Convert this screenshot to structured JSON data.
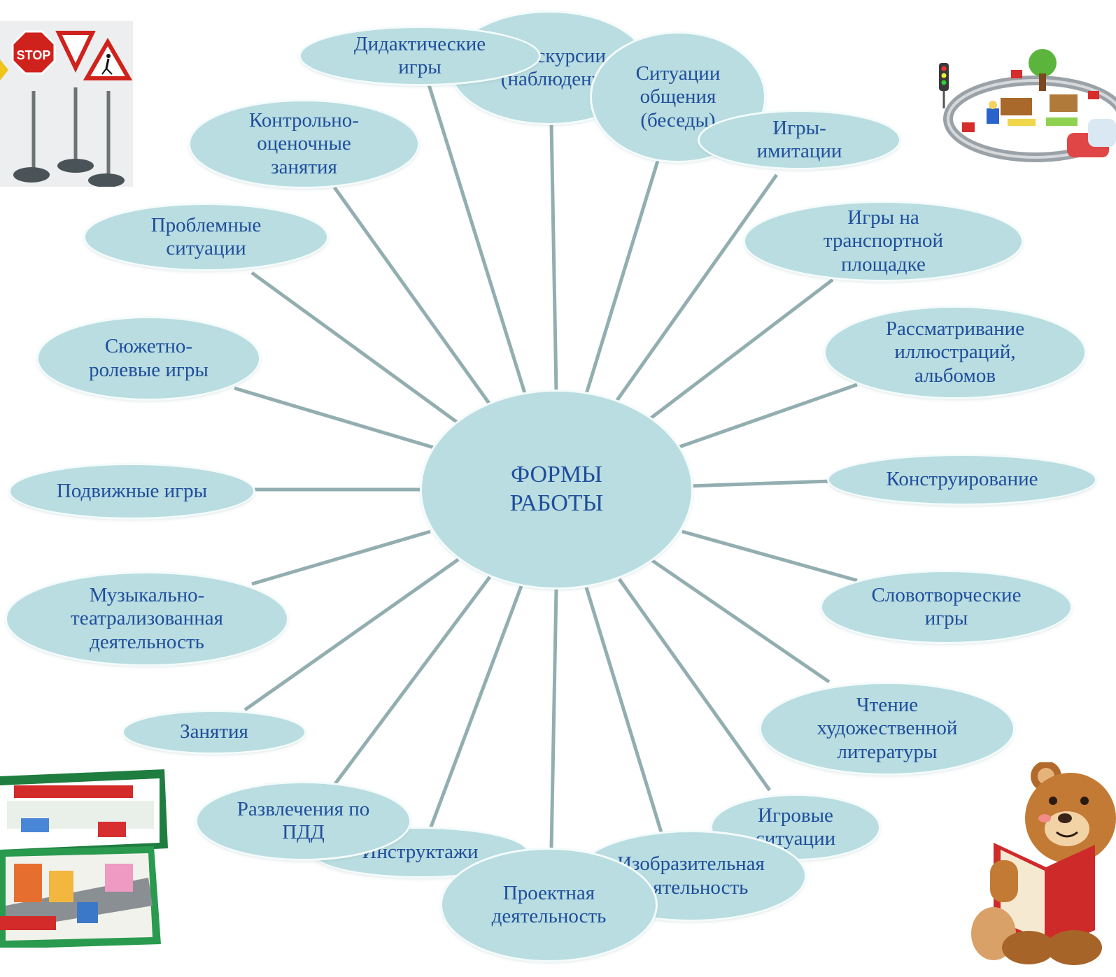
{
  "diagram": {
    "center_label": "ФОРМЫ\nРАБОТЫ",
    "nodes": [
      {
        "id": "excursions",
        "label": "Экскурсии\n(наблюдения)"
      },
      {
        "id": "didactic",
        "label": "Дидактические\nигры"
      },
      {
        "id": "communication",
        "label": "Ситуации\nобщения\n(беседы)"
      },
      {
        "id": "imitation",
        "label": "Игры-\nимитации"
      },
      {
        "id": "control",
        "label": "Контрольно-\nоценочные\nзанятия"
      },
      {
        "id": "transport",
        "label": "Игры на\nтранспортной\nплощадке"
      },
      {
        "id": "problem",
        "label": "Проблемные\nситуации"
      },
      {
        "id": "illustrations",
        "label": "Рассматривание\nиллюстраций,\nальбомов"
      },
      {
        "id": "roleplay",
        "label": "Сюжетно-\nролевые игры"
      },
      {
        "id": "construct",
        "label": "Конструирование"
      },
      {
        "id": "outdoor",
        "label": "Подвижные игры"
      },
      {
        "id": "wordgames",
        "label": "Словотворческие\nигры"
      },
      {
        "id": "music",
        "label": "Музыкально-\nтеатрализованная\nдеятельность"
      },
      {
        "id": "reading",
        "label": "Чтение\nхудожественной\nлитературы"
      },
      {
        "id": "lessons",
        "label": "Занятия"
      },
      {
        "id": "gamesituations",
        "label": "Игровые\nситуации"
      },
      {
        "id": "entertainment",
        "label": "Развлечения по\nПДД"
      },
      {
        "id": "briefings",
        "label": "Инструктажи"
      },
      {
        "id": "art",
        "label": "Изобразительная\nдеятельность"
      },
      {
        "id": "project",
        "label": "Проектная\nдеятельность"
      }
    ]
  },
  "images": {
    "road_signs": {
      "stop_text": "STOP"
    },
    "toy_railway": {},
    "board_game": {},
    "teddy_bear": {}
  },
  "colors": {
    "node_fill": "#b9dde0",
    "text": "#1f4e9c",
    "spoke": "#93aeb0"
  }
}
